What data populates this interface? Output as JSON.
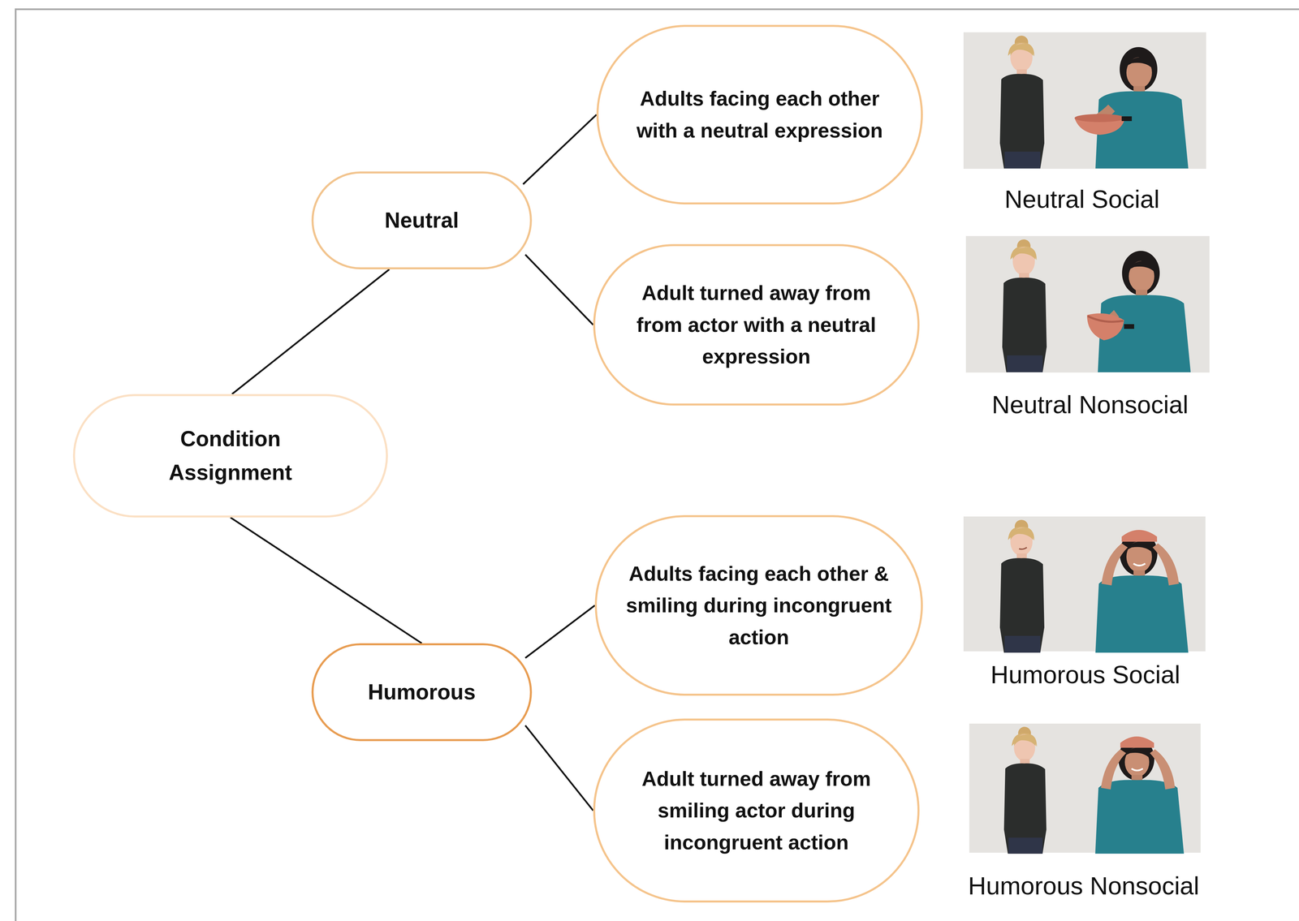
{
  "diagram": {
    "nodes": [
      {
        "text": [
          "Condition Assignment"
        ]
      },
      {
        "text": [
          "Neutral"
        ]
      },
      {
        "text": [
          "Humorous"
        ]
      },
      {
        "text": [
          "Adults facing each other with a neutral expression"
        ]
      },
      {
        "text": [
          "Adult turned away from from actor with a neutral expression"
        ]
      },
      {
        "text": [
          "Adults facing each other & smiling during incongruent action"
        ]
      },
      {
        "text": [
          "Adult turned away from smiling actor during incongruent action"
        ]
      }
    ],
    "edges": [
      {
        "from": 0,
        "to": 1,
        "arrow": "none"
      },
      {
        "from": 0,
        "to": 2,
        "arrow": "none"
      },
      {
        "from": 1,
        "to": 3,
        "arrow": "none"
      },
      {
        "from": 1,
        "to": 4,
        "arrow": "none"
      },
      {
        "from": 2,
        "to": 5,
        "arrow": "none"
      },
      {
        "from": 2,
        "to": 6,
        "arrow": "none"
      }
    ],
    "labels": [
      "Neutral Social",
      "Neutral Nonsocial",
      "Humorous Social",
      "Humorous Nonsocial"
    ]
  }
}
